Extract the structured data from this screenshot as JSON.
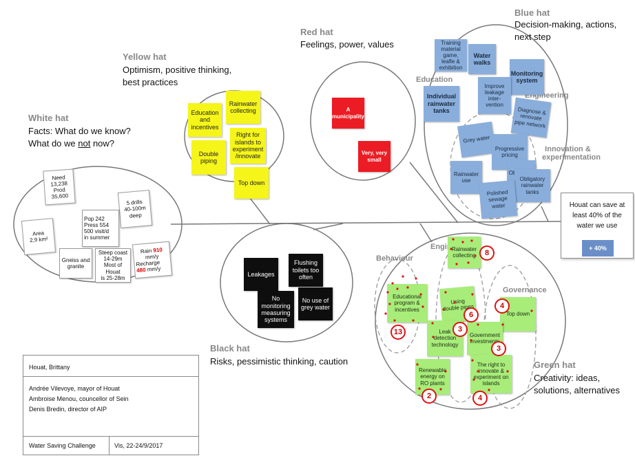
{
  "hats": {
    "white": {
      "title": "White hat",
      "desc1": "Facts: What do we know?",
      "desc2a": "What do we ",
      "desc2b": "not",
      "desc2c": " now?"
    },
    "yellow": {
      "title": "Yellow hat",
      "desc1": "Optimism, positive thinking,",
      "desc2": "best practices"
    },
    "red": {
      "title": "Red hat",
      "desc1": "Feelings, power, values"
    },
    "blue": {
      "title": "Blue hat",
      "desc1": "Decision-making, actions,",
      "desc2": "next step"
    },
    "black": {
      "title": "Black hat",
      "desc1": "Risks, pessimistic thinking, caution"
    },
    "green": {
      "title": "Green hat",
      "desc1": "Creativity: ideas,",
      "desc2": "solutions, alternatives"
    }
  },
  "white_notes": {
    "need": [
      "Need 13,238",
      "Prod  35,600"
    ],
    "drills": [
      "5 drills",
      "40-100m",
      "deep"
    ],
    "pop": [
      "Pop 242",
      "Press 554",
      "500 visit/d",
      "in summer"
    ],
    "area": [
      "Area",
      "2,9 km²"
    ],
    "gneiss": [
      "Gneiss and",
      "granite"
    ],
    "steep": [
      "Steep coast",
      "14-29m",
      "Most of Houat",
      "is 25-28m"
    ],
    "rain": {
      "rain_label": "Rain ",
      "rain_val": "910",
      "rain_unit": " mm/y",
      "recharge_label": "Recharge",
      "recharge_val": "480",
      "recharge_unit": " mm/y"
    }
  },
  "yellow_notes": {
    "education": "Education and incentives",
    "rainwater": "Rainwater collecting",
    "islands": "Right for islands to experiment /innovate",
    "piping": "Double piping",
    "topdown": "Top down"
  },
  "red_notes": {
    "municipality": "A municipality",
    "small": "Very, very small"
  },
  "black_notes": {
    "leakages": "Leakages",
    "flushing": "Flushing toilets too often",
    "monitoring": "No monitoring measuring systems",
    "greywater": "No use of grey water"
  },
  "blue_labels": {
    "education": "Education",
    "engineering": "Engineering",
    "innovation1": "Innovation &",
    "innovation2": "experimentation"
  },
  "blue_notes": {
    "training": "Training material game, leafle & exhibition",
    "walks": "Water walks",
    "monitoring": "Monitoring system",
    "tanks": "Individual rainwater tanks",
    "leakage": "Improve leakage inter-vention",
    "diagnose": "Diagnose & renovate pipe network",
    "grey": "Grey water",
    "pricing": "Progressive pricing",
    "rainuse": "Rainwater use",
    "oblig1": "Obligatory ra",
    "oblig2": "Obligatory rainwater tanks",
    "sewage": "Polished sewage water"
  },
  "green_labels": {
    "behaviour": "Behaviour",
    "engineering": "Engineering",
    "governance": "Governance"
  },
  "green_notes": {
    "educational": "Educational program & incentives",
    "rainwater": "Rainwater collecting",
    "double": "Using double pipes",
    "leak": "Leak detection technology",
    "topdown": "Top down",
    "gov": "Government investments",
    "renewable": "Renewable energy on RO plants",
    "right": "The right to innovate & experiment on islands"
  },
  "votes": {
    "v13": "13",
    "v8": "8",
    "v6": "6",
    "v4a": "4",
    "v3a": "3",
    "v3b": "3",
    "v2": "2",
    "v4b": "4"
  },
  "goal": {
    "text": "Houat can save at least 40% of the water we use",
    "badge": "+ 40%"
  },
  "info": {
    "place": "Houat, Brittany",
    "p1": "Andrée Vilevoye, mayor of Houat",
    "p2": "Ambroise Menou, councellor of Sein",
    "p3": "Denis Bredin, director of AIP",
    "event": "Water Saving Challenge",
    "date": "Vis, 22-24/9/2017"
  }
}
